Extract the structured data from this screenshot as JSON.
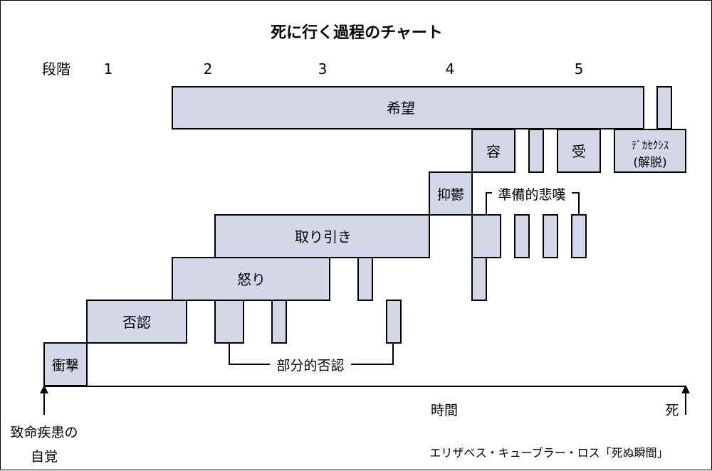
{
  "title": "死に行く過程のチャート",
  "stage_header": {
    "label": "段階",
    "numbers": [
      "1",
      "2",
      "3",
      "4",
      "5"
    ]
  },
  "boxes": {
    "hope": "希望",
    "acceptance_yo": "容",
    "acceptance_ju": "受",
    "decathexis_line1": "ﾃﾞｶｾｸｼｽ",
    "decathexis_line2": "(解脱)",
    "depression": "抑鬱",
    "preparatory_grief": "準備的悲嘆",
    "bargaining": "取り引き",
    "anger": "怒り",
    "denial": "否認",
    "shock": "衝撃",
    "partial_denial": "部分的否認"
  },
  "axis": {
    "time_label": "時間",
    "death_label": "死",
    "origin_line1": "致命疾患の",
    "origin_line2": "自覚"
  },
  "source": "エリザベス・キューブラー・ロス「死ぬ瞬間」",
  "colors": {
    "box_fill": "#d3d7e8",
    "stroke": "#000000"
  }
}
